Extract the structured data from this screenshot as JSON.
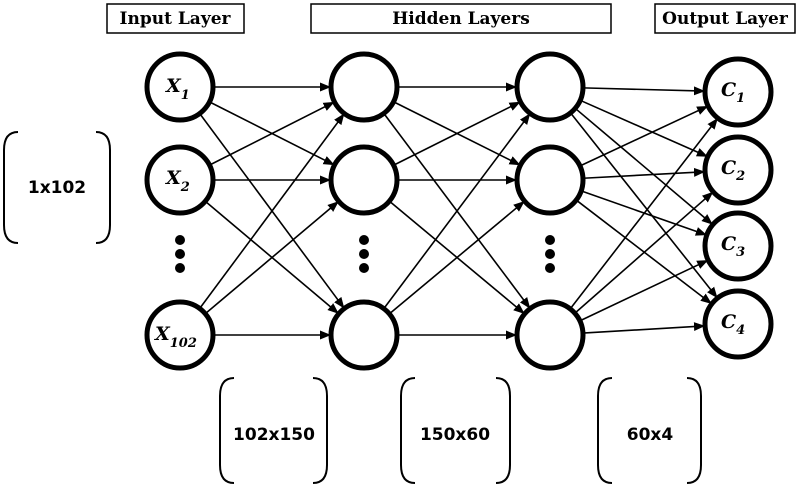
{
  "headers": {
    "input": "Input Layer",
    "hidden": "Hidden Layers",
    "output": "Output Layer"
  },
  "input_nodes": [
    {
      "symbol": "X",
      "sub": "1"
    },
    {
      "symbol": "X",
      "sub": "2"
    },
    {
      "symbol": "X",
      "sub": "102"
    }
  ],
  "output_nodes": [
    {
      "symbol": "C",
      "sub": "1"
    },
    {
      "symbol": "C",
      "sub": "2"
    },
    {
      "symbol": "C",
      "sub": "3"
    },
    {
      "symbol": "C",
      "sub": "4"
    }
  ],
  "dimensions": {
    "input": "1x102",
    "w1": "102x150",
    "w2": "150x60",
    "w3": "60x4"
  }
}
